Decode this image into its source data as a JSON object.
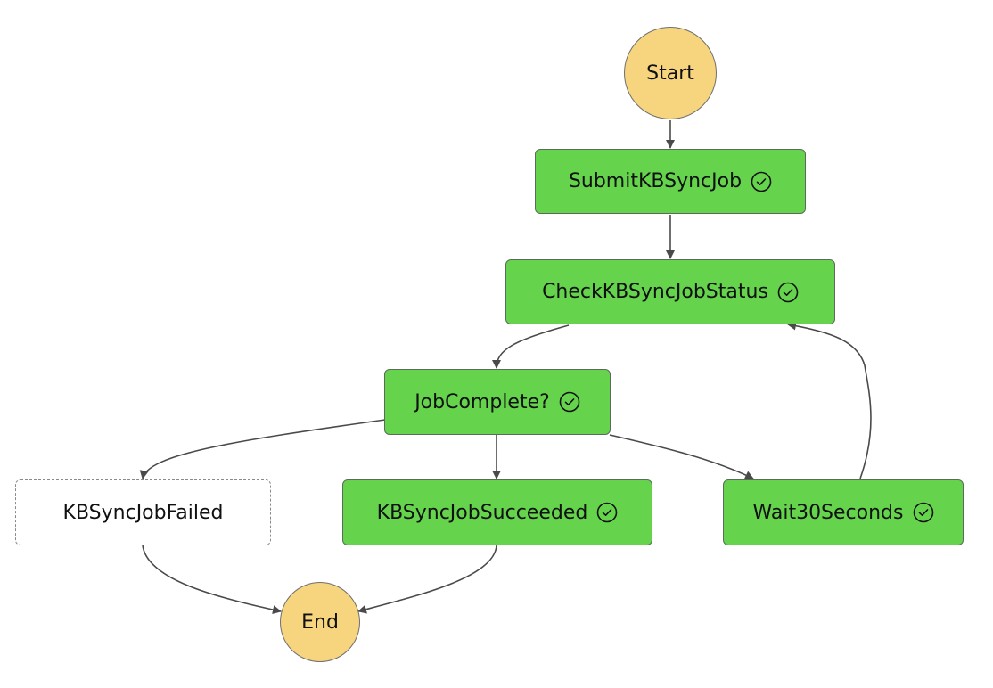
{
  "colors": {
    "terminal_fill": "#f7d57e",
    "succeeded_fill": "#65d44c",
    "not_run_fill": "#ffffff",
    "edge": "#4a4a4a"
  },
  "nodes": {
    "start": {
      "label": "Start",
      "status": "terminal"
    },
    "submit": {
      "label": "SubmitKBSyncJob",
      "status": "succeeded",
      "icon": "check-circle-icon"
    },
    "check_status": {
      "label": "CheckKBSyncJobStatus",
      "status": "succeeded",
      "icon": "check-circle-icon"
    },
    "job_complete": {
      "label": "JobComplete?",
      "status": "succeeded",
      "icon": "check-circle-icon"
    },
    "failed": {
      "label": "KBSyncJobFailed",
      "status": "not-run"
    },
    "succeeded": {
      "label": "KBSyncJobSucceeded",
      "status": "succeeded",
      "icon": "check-circle-icon"
    },
    "wait": {
      "label": "Wait30Seconds",
      "status": "succeeded",
      "icon": "check-circle-icon"
    },
    "end": {
      "label": "End",
      "status": "terminal"
    }
  },
  "edges": [
    {
      "from": "start",
      "to": "submit"
    },
    {
      "from": "submit",
      "to": "check_status"
    },
    {
      "from": "check_status",
      "to": "job_complete"
    },
    {
      "from": "job_complete",
      "to": "failed"
    },
    {
      "from": "job_complete",
      "to": "succeeded"
    },
    {
      "from": "job_complete",
      "to": "wait"
    },
    {
      "from": "wait",
      "to": "check_status"
    },
    {
      "from": "failed",
      "to": "end"
    },
    {
      "from": "succeeded",
      "to": "end"
    }
  ]
}
